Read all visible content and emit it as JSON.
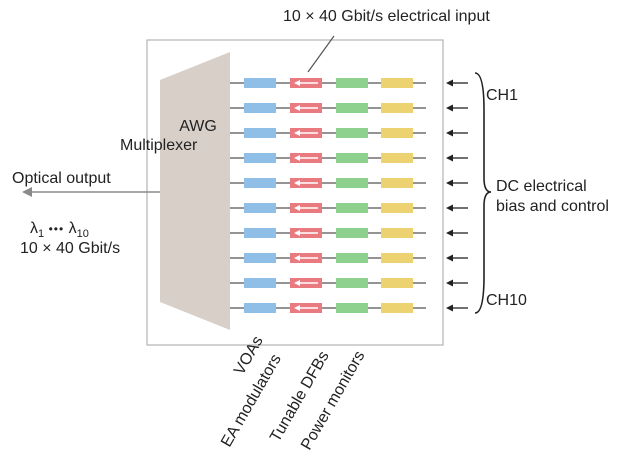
{
  "top_label": "10 × 40 Gbit/s electrical input",
  "awg": {
    "line1": "AWG",
    "line2": "Multiplexer"
  },
  "output": {
    "label": "Optical output",
    "lambda_symbol": "λ",
    "lambda_first": "1",
    "lambda_dots": "•••",
    "lambda_last": "10",
    "rate": "10 × 40 Gbit/s"
  },
  "right": {
    "ch_first": "CH1",
    "ch_last": "CH10",
    "bias_line1": "DC electrical",
    "bias_line2": "bias and control"
  },
  "columns": [
    "VOAs",
    "EA modulators",
    "Tunable DFBs",
    "Power monitors"
  ],
  "channel_count": 10,
  "colors": {
    "voa": "#8fbfe6",
    "ea": "#e87a80",
    "dfb": "#8ed08e",
    "monitor": "#ecd270",
    "awg": "#d8cfc9",
    "border": "#b5b5b5",
    "line": "#555555"
  }
}
